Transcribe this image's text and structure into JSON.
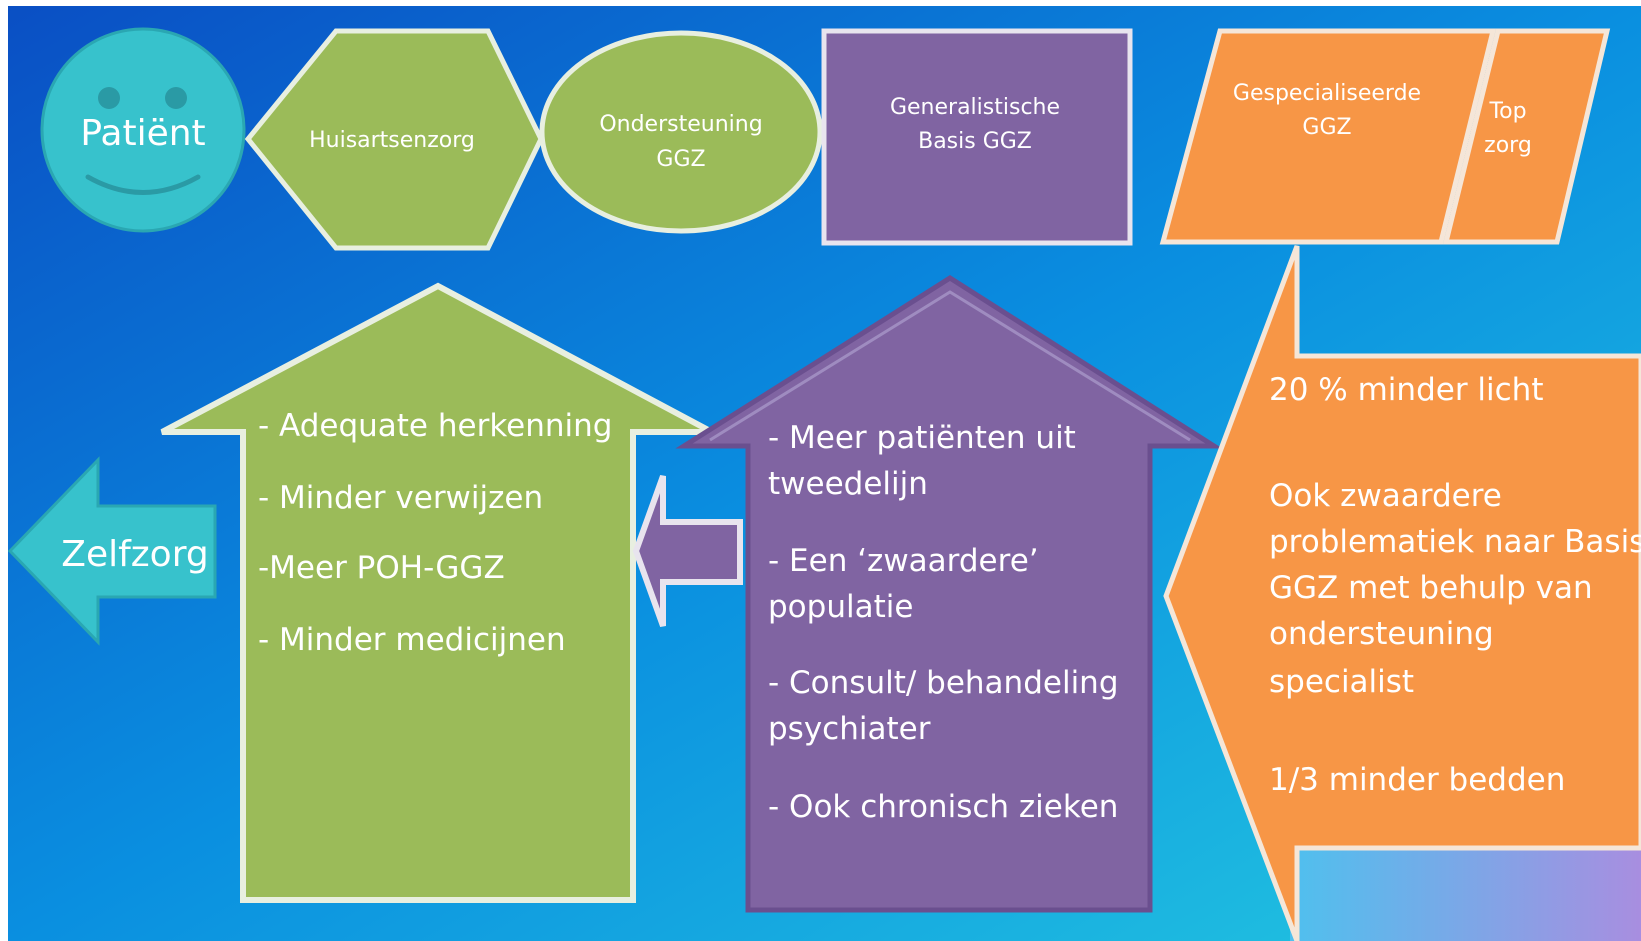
{
  "colors": {
    "background_dark": "#0a4fc4",
    "background_mid": "#0a8fe0",
    "background_light": "#24c8e0",
    "teal": "#37c2cc",
    "green": "#9bbb59",
    "purple": "#8064a2",
    "orange": "#f79646"
  },
  "patient": {
    "label": "Patiënt",
    "icon": "smiley-face"
  },
  "top_row": {
    "huisartsenzorg": "Huisartsenzorg",
    "ondersteuning": [
      "Ondersteuning",
      "GGZ"
    ],
    "generalistische": [
      "Generalistische",
      "Basis GGZ"
    ],
    "gespecialiseerde": [
      "Gespecialiseerde",
      "GGZ"
    ],
    "topzorg": [
      "Top",
      "zorg"
    ]
  },
  "zelfzorg": "Zelfzorg",
  "green_arrow_items": [
    "- Adequate herkenning",
    "- Minder verwijzen",
    "-Meer POH-GGZ",
    "- Minder medicijnen"
  ],
  "purple_arrow_items": [
    "- Meer patiënten uit",
    "tweedelijn",
    "- Een ‘zwaardere’",
    "populatie",
    "- Consult/ behandeling",
    "psychiater",
    "- Ook chronisch zieken"
  ],
  "orange_arrow_items": [
    "20 % minder licht",
    "Ook zwaardere",
    "problematiek naar Basis",
    "GGZ met behulp van",
    "ondersteuning",
    "specialist",
    "1/3 minder bedden"
  ]
}
